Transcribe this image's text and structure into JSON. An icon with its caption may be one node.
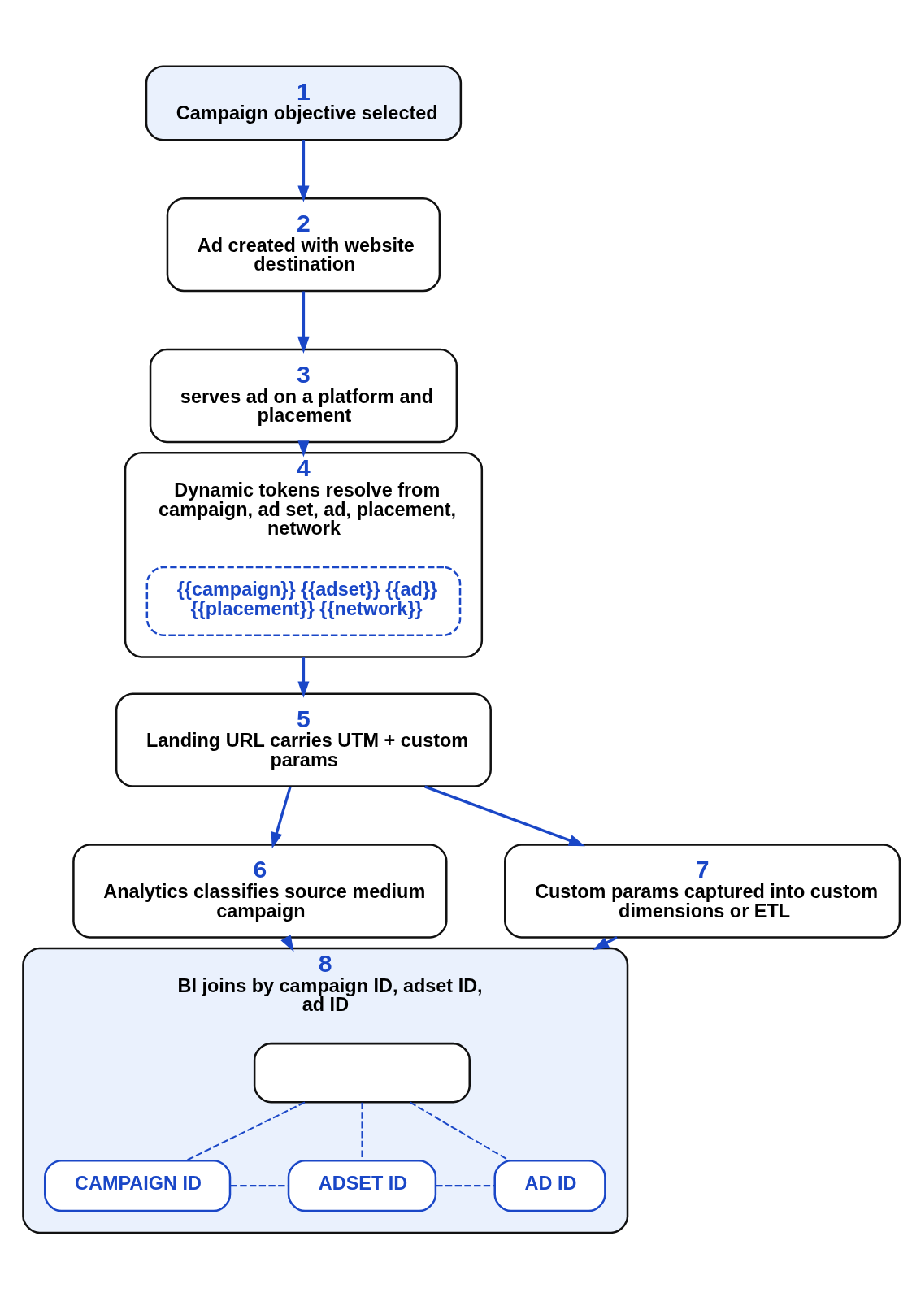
{
  "diagram": {
    "nodes": [
      {
        "text": [
          "1",
          "Campaign objective selected"
        ]
      },
      {
        "text": [
          "2",
          "Ad created with website destination"
        ]
      },
      {
        "text": [
          "3",
          "serves ad on a platform and placement"
        ]
      },
      {
        "text": [
          "4",
          "Dynamic tokens resolve from campaign, ad set, ad, placement, network"
        ]
      },
      {
        "text": [
          "{{campaign}} {{adset}} {{ad}} {{placement}} {{network}}"
        ],
        "in": 3
      },
      {
        "text": [
          "5",
          "Landing URL carries UTM + custom params"
        ]
      },
      {
        "text": [
          "6",
          "Analytics classifies source medium campaign"
        ]
      },
      {
        "text": [
          "7",
          "Custom params captured into custom dimensions or ETL"
        ]
      },
      {
        "text": [
          "8",
          "BI joins by campaign ID, adset ID, ad ID"
        ]
      },
      {
        "text": [],
        "shape": "box",
        "in": 8
      },
      {
        "text": [
          "CAMPAIGN ID"
        ],
        "in": 8
      },
      {
        "text": [
          "ADSET ID"
        ],
        "in": 8
      },
      {
        "text": [
          "AD ID"
        ],
        "in": 8
      }
    ],
    "edges": [
      {
        "from": 0,
        "to": 1,
        "arrow": "to"
      },
      {
        "from": 1,
        "to": 2,
        "arrow": "to"
      },
      {
        "from": 2,
        "to": 3,
        "arrow": "to"
      },
      {
        "from": 3,
        "to": 5,
        "arrow": "to"
      },
      {
        "from": 5,
        "to": 6,
        "arrow": "to"
      },
      {
        "from": 5,
        "to": 7,
        "arrow": "to"
      },
      {
        "from": 6,
        "to": 8,
        "arrow": "to"
      },
      {
        "from": 7,
        "to": 8,
        "arrow": "to"
      },
      {
        "from": 9,
        "to": 10,
        "arrow": "none",
        "style": "dashed"
      },
      {
        "from": 9,
        "to": 11,
        "arrow": "none",
        "style": "dashed"
      },
      {
        "from": 9,
        "to": 12,
        "arrow": "none",
        "style": "dashed"
      },
      {
        "from": 10,
        "to": 11,
        "arrow": "none",
        "style": "dashed"
      },
      {
        "from": 11,
        "to": 12,
        "arrow": "none",
        "style": "dashed"
      }
    ]
  }
}
